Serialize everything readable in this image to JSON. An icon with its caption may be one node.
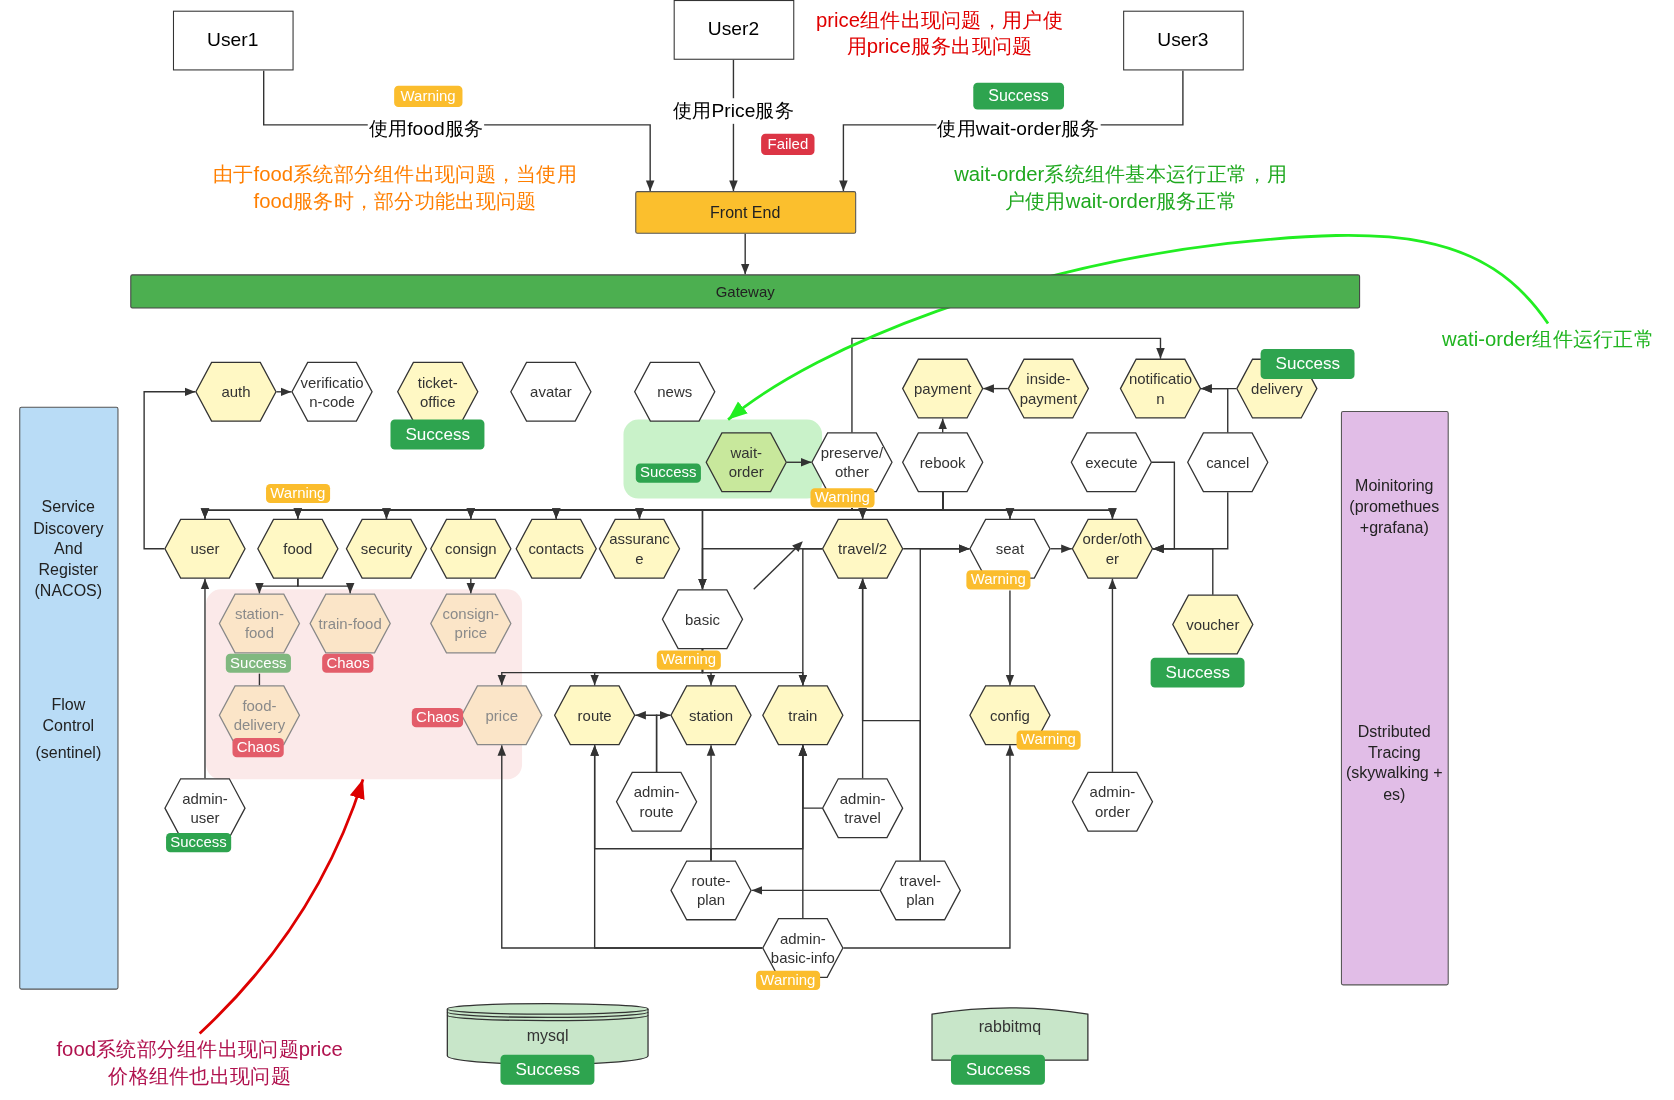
{
  "diagram": {
    "nodes": [
      {
        "text": [
          "User1"
        ]
      },
      {
        "text": [
          "User2"
        ]
      },
      {
        "text": [
          "User3"
        ]
      },
      {
        "text": [
          "Front End"
        ]
      },
      {
        "text": [
          "Gateway"
        ]
      },
      {
        "text": [
          "Service Discovery And Register (NACOS)",
          "Flow Control",
          "(sentinel)"
        ]
      },
      {
        "text": [
          "auth"
        ]
      },
      {
        "text": [
          "verification-code"
        ]
      },
      {
        "text": [
          "ticket-office"
        ],
        "beside": [
          "Success"
        ]
      },
      {
        "text": [
          "avatar"
        ]
      },
      {
        "text": [
          "news"
        ]
      },
      {
        "text": [
          "payment"
        ]
      },
      {
        "text": [
          "inside-payment"
        ]
      },
      {
        "text": [
          "notification"
        ]
      },
      {
        "text": [
          "delivery"
        ],
        "beside": [
          "Success"
        ]
      },
      {
        "text": [],
        "shape": "box"
      },
      {
        "text": [
          "wait-order"
        ],
        "beside": [
          "Success"
        ],
        "in": 15
      },
      {
        "text": [
          "preserve/other"
        ],
        "beside": [
          "Warning"
        ]
      },
      {
        "text": [
          "rebook"
        ]
      },
      {
        "text": [
          "execute"
        ]
      },
      {
        "text": [
          "cancel"
        ]
      },
      {
        "text": [
          "Moinitoring (promethues+grafana)",
          "Dstributed Tracing (skywalking + es)"
        ]
      },
      {
        "text": [
          "user"
        ]
      },
      {
        "text": [
          "food"
        ],
        "beside": [
          "Warning"
        ]
      },
      {
        "text": [
          "security"
        ]
      },
      {
        "text": [
          "consign"
        ]
      },
      {
        "text": [
          "contacts"
        ]
      },
      {
        "text": [
          "assurance"
        ]
      },
      {
        "text": [
          "travel/2"
        ]
      },
      {
        "text": [
          "seat"
        ],
        "beside": [
          "Warning"
        ]
      },
      {
        "text": [
          "order/other"
        ]
      },
      {
        "text": [],
        "shape": "box"
      },
      {
        "text": [
          "station-food"
        ],
        "beside": [
          "Success"
        ],
        "in": 31
      },
      {
        "text": [
          "train-food"
        ],
        "beside": [
          "Chaos"
        ],
        "in": 31
      },
      {
        "text": [
          "consign-price"
        ],
        "in": 31
      },
      {
        "text": [
          "basic"
        ],
        "beside": [
          "Warning"
        ]
      },
      {
        "text": [
          "voucher"
        ],
        "beside": [
          "Success"
        ]
      },
      {
        "text": [
          "food-delivery"
        ],
        "beside": [
          "Chaos"
        ],
        "in": 31
      },
      {
        "text": [
          "price"
        ],
        "beside": [
          "Chaos"
        ]
      },
      {
        "text": [
          "route"
        ]
      },
      {
        "text": [
          "station"
        ]
      },
      {
        "text": [
          "train"
        ]
      },
      {
        "text": [
          "config"
        ],
        "beside": [
          "Warning"
        ]
      },
      {
        "text": [
          "admin-user"
        ],
        "beside": [
          "Success"
        ]
      },
      {
        "text": [
          "admin-route"
        ]
      },
      {
        "text": [
          "admin-travel"
        ]
      },
      {
        "text": [
          "admin-order"
        ]
      },
      {
        "text": [
          "route-plan"
        ]
      },
      {
        "text": [
          "travel-plan"
        ]
      },
      {
        "text": [
          "admin-basic-info"
        ],
        "beside": [
          "Warning"
        ]
      },
      {
        "text": [
          "mysql"
        ],
        "beside": [
          "Success"
        ]
      },
      {
        "text": [
          "rabbitmq"
        ],
        "beside": [
          "Success"
        ]
      },
      {
        "text": [
          "wati-order组件运行正常"
        ]
      },
      {
        "text": [
          "food系统部分组件出现问题price价格组件也出现问题"
        ]
      }
    ],
    "edges": [
      {
        "from": 0,
        "to": 3,
        "arrow": "to",
        "label": "使用food服务"
      },
      {
        "from": 1,
        "to": 3,
        "arrow": "to",
        "label": "使用Price服务"
      },
      {
        "from": 2,
        "to": 3,
        "arrow": "to",
        "label": "使用wait-order服务"
      },
      {
        "from": 3,
        "to": 4,
        "arrow": "to"
      },
      {
        "from": 22,
        "to": 6,
        "arrow": "to"
      },
      {
        "from": 6,
        "to": 7,
        "arrow": "to"
      },
      {
        "from": 16,
        "to": 17,
        "arrow": "to"
      },
      {
        "from": 17,
        "to": 13,
        "arrow": "to"
      },
      {
        "from": 18,
        "to": 11,
        "arrow": "to"
      },
      {
        "from": 12,
        "to": 11,
        "arrow": "to"
      },
      {
        "from": 20,
        "to": 13,
        "arrow": "to"
      },
      {
        "from": 14,
        "to": 13,
        "arrow": "to"
      },
      {
        "from": 19,
        "to": 30,
        "arrow": "to"
      },
      {
        "from": 20,
        "to": 30,
        "arrow": "to"
      },
      {
        "from": 36,
        "to": 30,
        "arrow": "to"
      },
      {
        "from": 28,
        "to": 29,
        "arrow": "to"
      },
      {
        "from": 29,
        "to": 30,
        "arrow": "to"
      },
      {
        "from": 29,
        "to": 42,
        "arrow": "to"
      },
      {
        "from": 46,
        "to": 30,
        "arrow": "to"
      },
      {
        "from": 43,
        "to": 22,
        "arrow": "to"
      },
      {
        "from": 23,
        "to": 32,
        "arrow": "to"
      },
      {
        "from": 23,
        "to": 33,
        "arrow": "to"
      },
      {
        "from": 25,
        "to": 34,
        "arrow": "to"
      },
      {
        "from": 32,
        "to": 37,
        "arrow": "none"
      },
      {
        "from": 17,
        "to": 22,
        "arrow": "to"
      },
      {
        "from": 17,
        "to": 23,
        "arrow": "to"
      },
      {
        "from": 17,
        "to": 24,
        "arrow": "to"
      },
      {
        "from": 17,
        "to": 25,
        "arrow": "to"
      },
      {
        "from": 17,
        "to": 26,
        "arrow": "to"
      },
      {
        "from": 17,
        "to": 27,
        "arrow": "to"
      },
      {
        "from": 17,
        "to": 35,
        "arrow": "to"
      },
      {
        "from": 17,
        "to": 28,
        "arrow": "to"
      },
      {
        "from": 17,
        "to": 29,
        "arrow": "to"
      },
      {
        "from": 17,
        "to": 30,
        "arrow": "to"
      },
      {
        "from": 18,
        "to": 22,
        "arrow": "to"
      },
      {
        "from": 18,
        "to": 23,
        "arrow": "to"
      },
      {
        "from": 18,
        "to": 24,
        "arrow": "to"
      },
      {
        "from": 18,
        "to": 25,
        "arrow": "to"
      },
      {
        "from": 18,
        "to": 26,
        "arrow": "to"
      },
      {
        "from": 18,
        "to": 27,
        "arrow": "to"
      },
      {
        "from": 18,
        "to": 35,
        "arrow": "to"
      },
      {
        "from": 18,
        "to": 28,
        "arrow": "to"
      },
      {
        "from": 18,
        "to": 29,
        "arrow": "to"
      },
      {
        "from": 18,
        "to": 30,
        "arrow": "to"
      },
      {
        "from": 28,
        "to": 35,
        "arrow": "to"
      },
      {
        "from": 28,
        "to": 41,
        "arrow": "to"
      },
      {
        "from": 35,
        "to": 38,
        "arrow": "to"
      },
      {
        "from": 35,
        "to": 39,
        "arrow": "to"
      },
      {
        "from": 35,
        "to": 40,
        "arrow": "to"
      },
      {
        "from": 35,
        "to": 41,
        "arrow": "to"
      },
      {
        "from": 44,
        "to": 39,
        "arrow": "to"
      },
      {
        "from": 44,
        "to": 40,
        "arrow": "to"
      },
      {
        "from": 47,
        "to": 40,
        "arrow": "to"
      },
      {
        "from": 47,
        "to": 39,
        "arrow": "to"
      },
      {
        "from": 47,
        "to": 41,
        "arrow": "to"
      },
      {
        "from": 48,
        "to": 47,
        "arrow": "to"
      },
      {
        "from": 48,
        "to": 28,
        "arrow": "to"
      },
      {
        "from": 48,
        "to": 29,
        "arrow": "to"
      },
      {
        "from": 45,
        "to": 28,
        "arrow": "to"
      },
      {
        "from": 45,
        "to": 41,
        "arrow": "to"
      },
      {
        "from": 49,
        "to": 38,
        "arrow": "to"
      },
      {
        "from": 49,
        "to": 39,
        "arrow": "to"
      },
      {
        "from": 49,
        "to": 41,
        "arrow": "to"
      },
      {
        "from": 49,
        "to": 42,
        "arrow": "to"
      },
      {
        "from": 52,
        "to": 15,
        "arrow": "to",
        "color": "#22ee22"
      },
      {
        "from": 53,
        "to": 31,
        "arrow": "to",
        "color": "#dd0000"
      }
    ],
    "labels": [
      "Warning",
      "Success",
      "Failed",
      "price组件出现问题，用户使用price服务出现问题",
      "由于food系统部分组件出现问题，当使用food服务时，部分功能出现问题",
      "wait-order系统组件基本运行正常，用户使用wait-order服务正常"
    ]
  }
}
